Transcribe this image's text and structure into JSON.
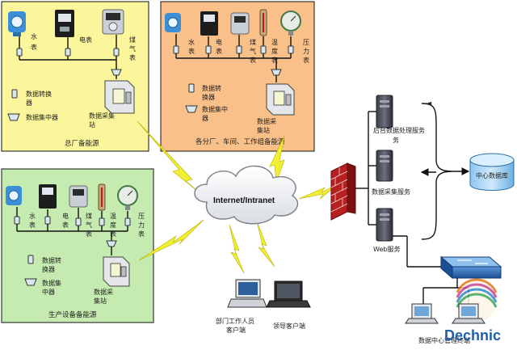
{
  "panels": {
    "plant": {
      "title": "总厂备能源",
      "meters": [
        "水表",
        "电表",
        "煤气表"
      ],
      "legend_converter": "数据转换器",
      "legend_concentrator": "数据集中器",
      "station": "数据采集站",
      "color": "#fbf69b"
    },
    "branch": {
      "title": "各分厂、车间、工作组备能源",
      "meters": [
        "水表",
        "电表",
        "煤气表",
        "温度表",
        "压力表"
      ],
      "legend_converter": "数据转换器",
      "legend_concentrator": "数据集中器",
      "station": "数据采集站",
      "color": "#f9c089"
    },
    "production": {
      "title": "生产设备备能源",
      "meters": [
        "水表",
        "电表",
        "煤气表",
        "温度表",
        "压力表"
      ],
      "legend_converter": "数据转换器",
      "legend_concentrator": "数据集中器",
      "station": "数据采集站",
      "color": "#c5ebb0"
    }
  },
  "network": {
    "cloud": "Internet/Intranet"
  },
  "servers": {
    "backend": "后台数据处理服务",
    "collector": "数据采集服务",
    "web": "Web服务",
    "database": "中心数据库"
  },
  "clients": {
    "department": "部门工作人员客户端",
    "leader": "领导客户端",
    "center": "数据中心管理终端"
  },
  "logo": "Dechnic"
}
